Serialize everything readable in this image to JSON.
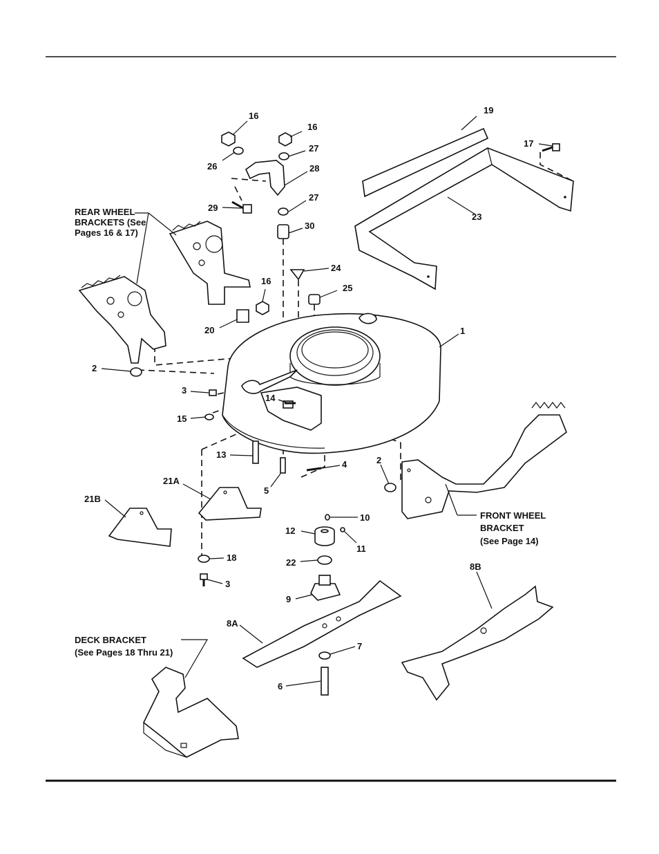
{
  "callouts": {
    "c1": "1",
    "c2a": "2",
    "c2b": "2",
    "c3a": "3",
    "c3b": "3",
    "c4": "4",
    "c5": "5",
    "c6": "6",
    "c7": "7",
    "c8a": "8A",
    "c8b": "8B",
    "c9": "9",
    "c10": "10",
    "c11": "11",
    "c12": "12",
    "c13": "13",
    "c14": "14",
    "c15": "15",
    "c16a": "16",
    "c16b": "16",
    "c16c": "16",
    "c17": "17",
    "c18": "18",
    "c19": "19",
    "c20": "20",
    "c21a": "21A",
    "c21b": "21B",
    "c22": "22",
    "c23": "23",
    "c24": "24",
    "c25": "25",
    "c26": "26",
    "c27a": "27",
    "c27b": "27",
    "c28": "28",
    "c29": "29",
    "c30": "30"
  },
  "notes": {
    "rear_wheel": [
      "REAR WHEEL",
      "BRACKETS (See",
      "Pages 16 & 17)"
    ],
    "front_wheel": [
      "FRONT WHEEL",
      "BRACKET",
      "(See Page 14)"
    ],
    "deck_bracket": [
      "DECK BRACKET",
      "(See Pages 18 Thru 21)"
    ]
  }
}
